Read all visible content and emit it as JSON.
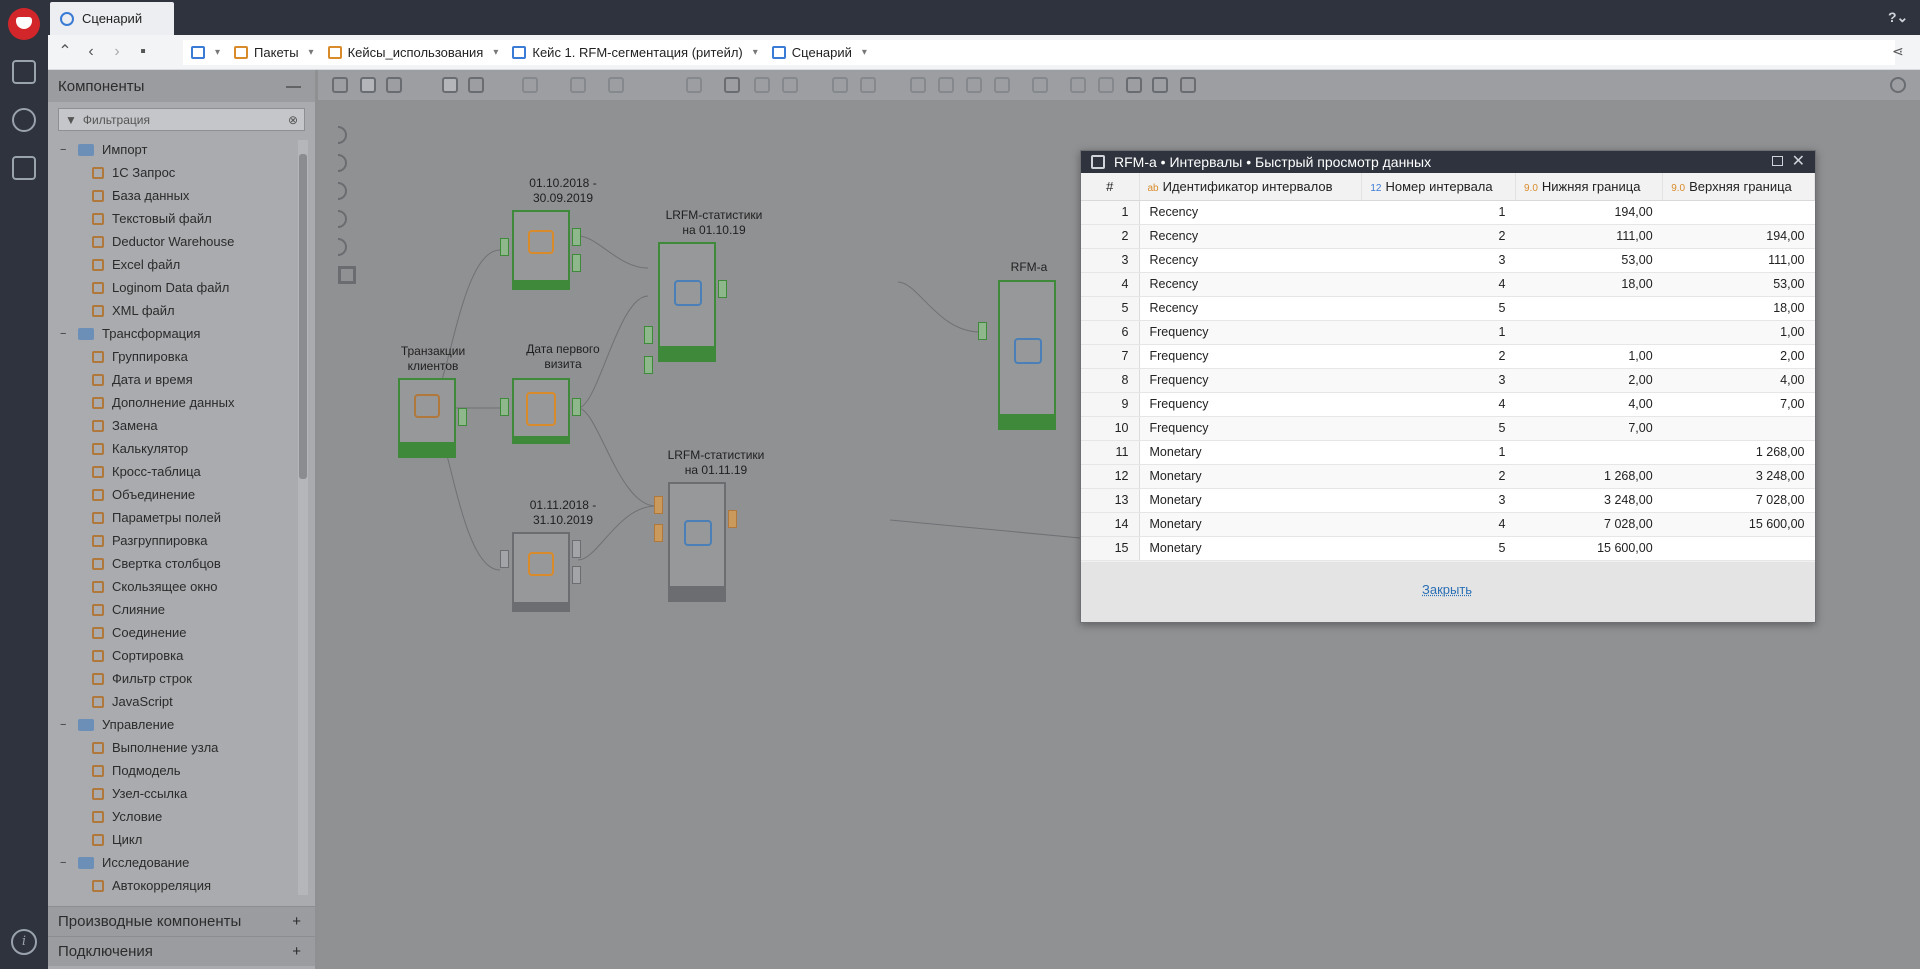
{
  "tab": {
    "title": "Сценарий"
  },
  "breadcrumbs": [
    "Пакеты",
    "Кейсы_использования",
    "Кейс 1. RFM-сегментация (ритейл)",
    "Сценарий"
  ],
  "components_panel": {
    "title": "Компоненты",
    "filter_placeholder": "Фильтрация",
    "tree": [
      {
        "type": "folder",
        "label": "Импорт"
      },
      {
        "type": "leaf",
        "label": "1С Запрос"
      },
      {
        "type": "leaf",
        "label": "База данных"
      },
      {
        "type": "leaf",
        "label": "Текстовый файл"
      },
      {
        "type": "leaf",
        "label": "Deductor Warehouse"
      },
      {
        "type": "leaf",
        "label": "Excel файл"
      },
      {
        "type": "leaf",
        "label": "Loginom Data файл"
      },
      {
        "type": "leaf",
        "label": "XML файл"
      },
      {
        "type": "folder",
        "label": "Трансформация"
      },
      {
        "type": "leaf",
        "label": "Группировка"
      },
      {
        "type": "leaf",
        "label": "Дата и время"
      },
      {
        "type": "leaf",
        "label": "Дополнение данных"
      },
      {
        "type": "leaf",
        "label": "Замена"
      },
      {
        "type": "leaf",
        "label": "Калькулятор"
      },
      {
        "type": "leaf",
        "label": "Кросс-таблица"
      },
      {
        "type": "leaf",
        "label": "Объединение"
      },
      {
        "type": "leaf",
        "label": "Параметры полей"
      },
      {
        "type": "leaf",
        "label": "Разгруппировка"
      },
      {
        "type": "leaf",
        "label": "Свертка столбцов"
      },
      {
        "type": "leaf",
        "label": "Скользящее окно"
      },
      {
        "type": "leaf",
        "label": "Слияние"
      },
      {
        "type": "leaf",
        "label": "Соединение"
      },
      {
        "type": "leaf",
        "label": "Сортировка"
      },
      {
        "type": "leaf",
        "label": "Фильтр строк"
      },
      {
        "type": "leaf",
        "label": "JavaScript"
      },
      {
        "type": "folder",
        "label": "Управление"
      },
      {
        "type": "leaf",
        "label": "Выполнение узла"
      },
      {
        "type": "leaf",
        "label": "Подмодель"
      },
      {
        "type": "leaf",
        "label": "Узел-ссылка"
      },
      {
        "type": "leaf",
        "label": "Условие"
      },
      {
        "type": "leaf",
        "label": "Цикл"
      },
      {
        "type": "folder",
        "label": "Исследование"
      },
      {
        "type": "leaf",
        "label": "Автокорреляция"
      }
    ]
  },
  "accordion": {
    "derived": "Производные компоненты",
    "connections": "Подключения"
  },
  "nodes": {
    "transactions": "Транзакции клиентов",
    "filter1": "01.10.2018 - 30.09.2019",
    "first_visit": "Дата первого визита",
    "filter2": "01.11.2018 - 31.10.2019",
    "lrfm1": "LRFM-статистики на 01.10.19",
    "lrfm2": "LRFM-статистики на 01.11.19",
    "rfm": "RFM-а"
  },
  "modal": {
    "title": "RFM-а • Интервалы • Быстрый просмотр данных",
    "close_label": "Закрыть",
    "columns": [
      {
        "type": "",
        "label": "#"
      },
      {
        "type": "ab",
        "label": "Идентификатор интервалов"
      },
      {
        "type": "12",
        "label": "Номер интервала"
      },
      {
        "type": "9.0",
        "label": "Нижняя граница"
      },
      {
        "type": "9.0",
        "label": "Верхняя граница"
      }
    ],
    "rows": [
      [
        "1",
        "Recency",
        "1",
        "194,00",
        ""
      ],
      [
        "2",
        "Recency",
        "2",
        "111,00",
        "194,00"
      ],
      [
        "3",
        "Recency",
        "3",
        "53,00",
        "111,00"
      ],
      [
        "4",
        "Recency",
        "4",
        "18,00",
        "53,00"
      ],
      [
        "5",
        "Recency",
        "5",
        "",
        "18,00"
      ],
      [
        "6",
        "Frequency",
        "1",
        "",
        "1,00"
      ],
      [
        "7",
        "Frequency",
        "2",
        "1,00",
        "2,00"
      ],
      [
        "8",
        "Frequency",
        "3",
        "2,00",
        "4,00"
      ],
      [
        "9",
        "Frequency",
        "4",
        "4,00",
        "7,00"
      ],
      [
        "10",
        "Frequency",
        "5",
        "7,00",
        ""
      ],
      [
        "11",
        "Monetary",
        "1",
        "",
        "1 268,00"
      ],
      [
        "12",
        "Monetary",
        "2",
        "1 268,00",
        "3 248,00"
      ],
      [
        "13",
        "Monetary",
        "3",
        "3 248,00",
        "7 028,00"
      ],
      [
        "14",
        "Monetary",
        "4",
        "7 028,00",
        "15 600,00"
      ],
      [
        "15",
        "Monetary",
        "5",
        "15 600,00",
        ""
      ]
    ]
  }
}
